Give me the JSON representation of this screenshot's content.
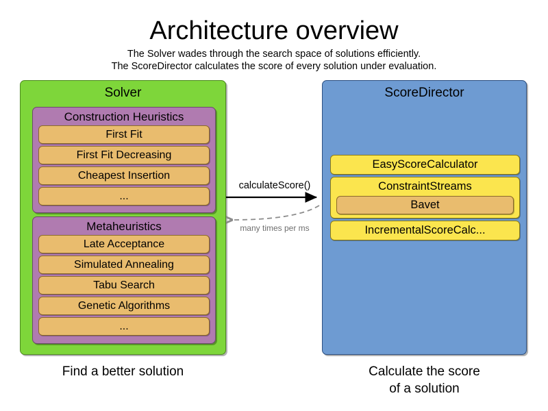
{
  "header": {
    "title": "Architecture overview",
    "subtitle_lines": [
      "The Solver wades through the search space of solutions efficiently.",
      "The ScoreDirector calculates the score of every solution under evaluation."
    ]
  },
  "solver": {
    "title": "Solver",
    "caption": "Find a better solution",
    "color": "#7ED63A",
    "groups": [
      {
        "title": "Construction Heuristics",
        "color": "#B07BB0",
        "items": [
          {
            "label": "First Fit"
          },
          {
            "label": "First Fit Decreasing"
          },
          {
            "label": "Cheapest Insertion"
          },
          {
            "label": "..."
          }
        ]
      },
      {
        "title": "Metaheuristics",
        "color": "#B07BB0",
        "items": [
          {
            "label": "Late Acceptance"
          },
          {
            "label": "Simulated Annealing"
          },
          {
            "label": "Tabu Search"
          },
          {
            "label": "Genetic Algorithms"
          },
          {
            "label": "..."
          }
        ]
      }
    ]
  },
  "score_director": {
    "title": "ScoreDirector",
    "caption_lines": [
      "Calculate the score",
      "of a solution"
    ],
    "color": "#6E9BD2",
    "items": [
      {
        "label": "EasyScoreCalculator"
      },
      {
        "label": "ConstraintStreams",
        "children": [
          {
            "label": "Bavet"
          }
        ]
      },
      {
        "label": "IncrementalScoreCalc..."
      }
    ]
  },
  "arrows": {
    "forward_label": "calculateScore()",
    "return_label": "many times per ms",
    "forward_color": "#000000",
    "return_color": "#8c8c8c"
  }
}
